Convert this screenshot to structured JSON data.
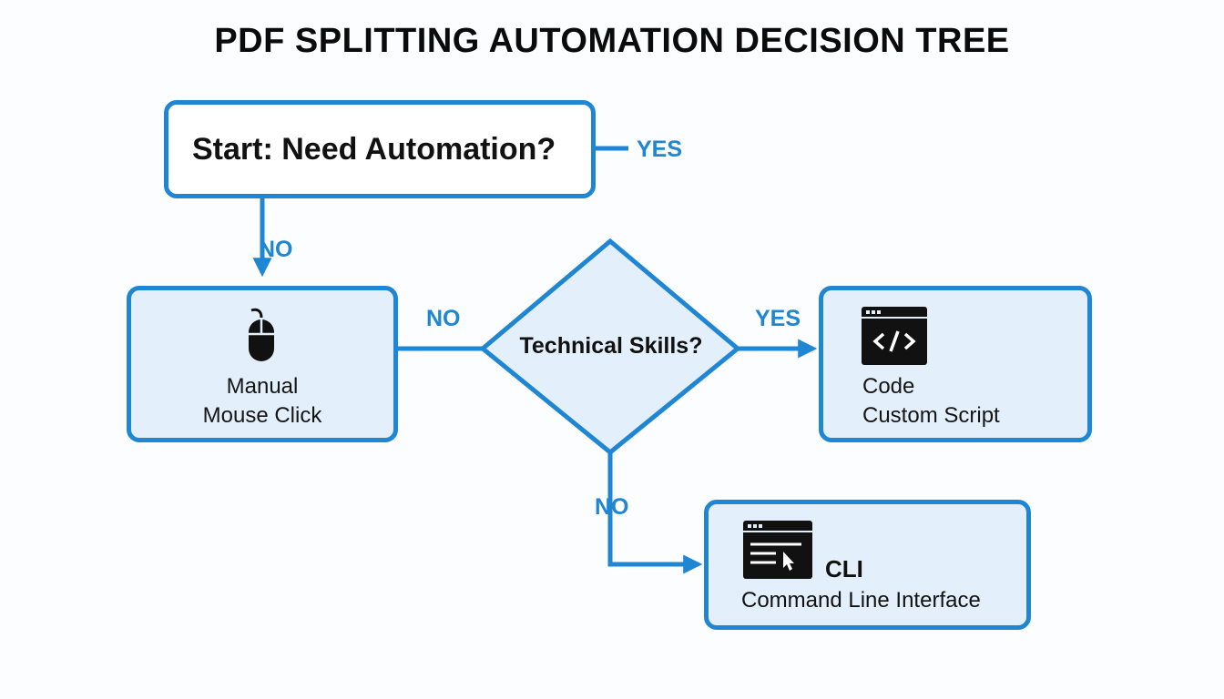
{
  "title": "PDF SPLITTING AUTOMATION DECISION TREE",
  "nodes": {
    "start": {
      "label": "Start: Need Automation?"
    },
    "decision": {
      "label": "Technical Skills?"
    },
    "manual": {
      "line1": "Manual",
      "line2": "Mouse Click",
      "icon": "mouse-icon"
    },
    "code": {
      "line1": "Code",
      "line2": "Custom Script",
      "icon": "code-window-icon"
    },
    "cli": {
      "title": "CLI",
      "subtitle": "Command Line Interface",
      "icon": "terminal-window-icon"
    }
  },
  "edges": {
    "start_yes": "YES",
    "start_no": "NO",
    "decision_no_left": "NO",
    "decision_yes": "YES",
    "decision_no_down": "NO"
  },
  "colors": {
    "accent": "#1f86d4",
    "node_fill": "#e3f0fb",
    "text": "#111111"
  }
}
